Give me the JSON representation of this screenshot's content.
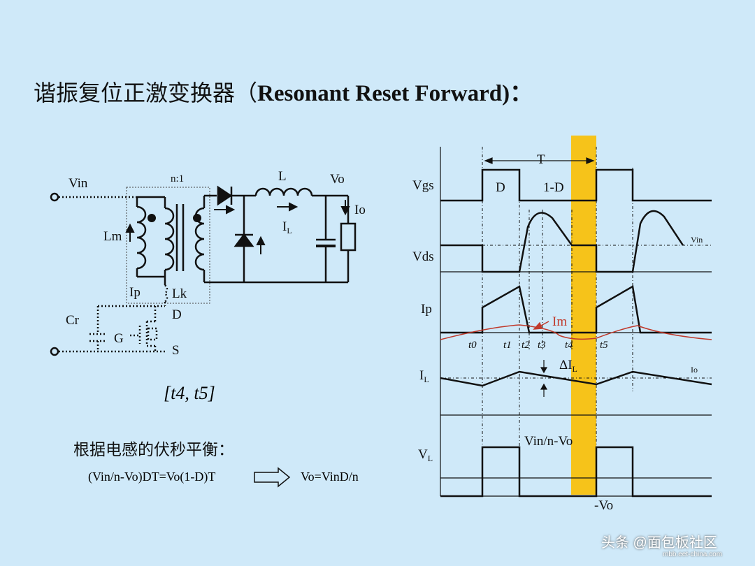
{
  "slide": {
    "title_cn": "谐振复位正激变换器（",
    "title_en": "Resonant Reset Forward",
    "title_end": ")：",
    "interval": "[t4, t5]",
    "balance_text": "根据电感的伏秒平衡：",
    "equation_left": "(Vin/n-Vo)DT=Vo(1-D)T",
    "equation_right": "Vo=VinD/n",
    "watermark": "头条 @面包板社区",
    "watermark_sub": "mbb.eet-china.com"
  },
  "circuit": {
    "vin": "Vin",
    "ratio": "n:1",
    "inductor": "L",
    "vo": "Vo",
    "io": "Io",
    "lm": "Lm",
    "il_main": "I",
    "il_sub": "L",
    "ip": "Ip",
    "lk": "Lk",
    "cr": "Cr",
    "d": "D",
    "g": "G",
    "s": "S"
  },
  "waveforms": {
    "vgs": "Vgs",
    "vds": "Vds",
    "ip": "Ip",
    "il_main": "I",
    "il_sub": "L",
    "vl_main": "V",
    "vl_sub": "L",
    "period": "T",
    "duty": "D",
    "off_duty": "1-D",
    "vin_small": "Vin",
    "im": "Im",
    "delta_il": "ΔI",
    "delta_il_sub": "L",
    "io_small": "Io",
    "vl_pos": "Vin/n-Vo",
    "vl_neg": "-Vo",
    "t0": "t0",
    "t1": "t1",
    "t2": "t2",
    "t3": "t3",
    "t4": "t4",
    "t5": "t5",
    "highlight_color": "#f6c31a",
    "im_color": "#c0392b"
  }
}
